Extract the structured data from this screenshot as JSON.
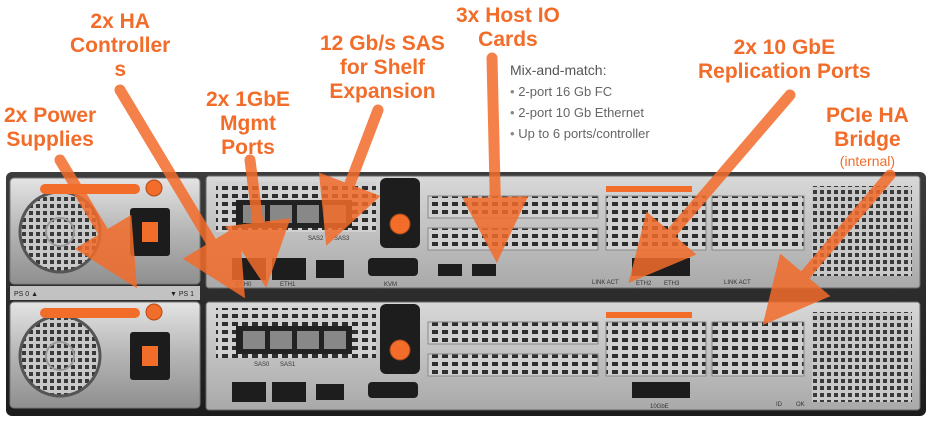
{
  "callouts": {
    "ha_controllers_line1": "2x HA",
    "ha_controllers_line2": "Controller",
    "ha_controllers_line3": "s",
    "power_supplies_line1": "2x Power",
    "power_supplies_line2": "Supplies",
    "mgmt_ports_line1": "2x 1GbE",
    "mgmt_ports_line2": "Mgmt",
    "mgmt_ports_line3": "Ports",
    "sas_line1": "12 Gb/s SAS",
    "sas_line2": "for Shelf",
    "sas_line3": "Expansion",
    "host_io_line1": "3x Host IO",
    "host_io_line2": "Cards",
    "replication_line1": "2x 10 GbE",
    "replication_line2": "Replication Ports",
    "pcie_line1": "PCIe HA",
    "pcie_line2": "Bridge",
    "pcie_sub": "(internal)"
  },
  "mix_and_match": {
    "heading": "Mix-and-match:",
    "items": [
      "2-port 16 Gb FC",
      "2-port 10 Gb Ethernet",
      "Up to 6 ports/controller"
    ]
  },
  "chassis_labels": {
    "ps0": "PS 0 ▲",
    "ps1": "▼ PS 1",
    "eth0": "ETH0",
    "eth1": "ETH1",
    "kvm": "KVM",
    "sas0": "SAS0",
    "sas1": "SAS1",
    "sas2": "SAS2",
    "sas3": "SAS3",
    "link_act": "LINK ACT",
    "eth2": "ETH2",
    "eth3": "ETH3",
    "tengbe": "10GbE",
    "id": "ID",
    "ok": "OK"
  },
  "colors": {
    "accent": "#f26c2a",
    "chassis": "#2b2b2b",
    "psu_silver": "#b9b9b9"
  }
}
